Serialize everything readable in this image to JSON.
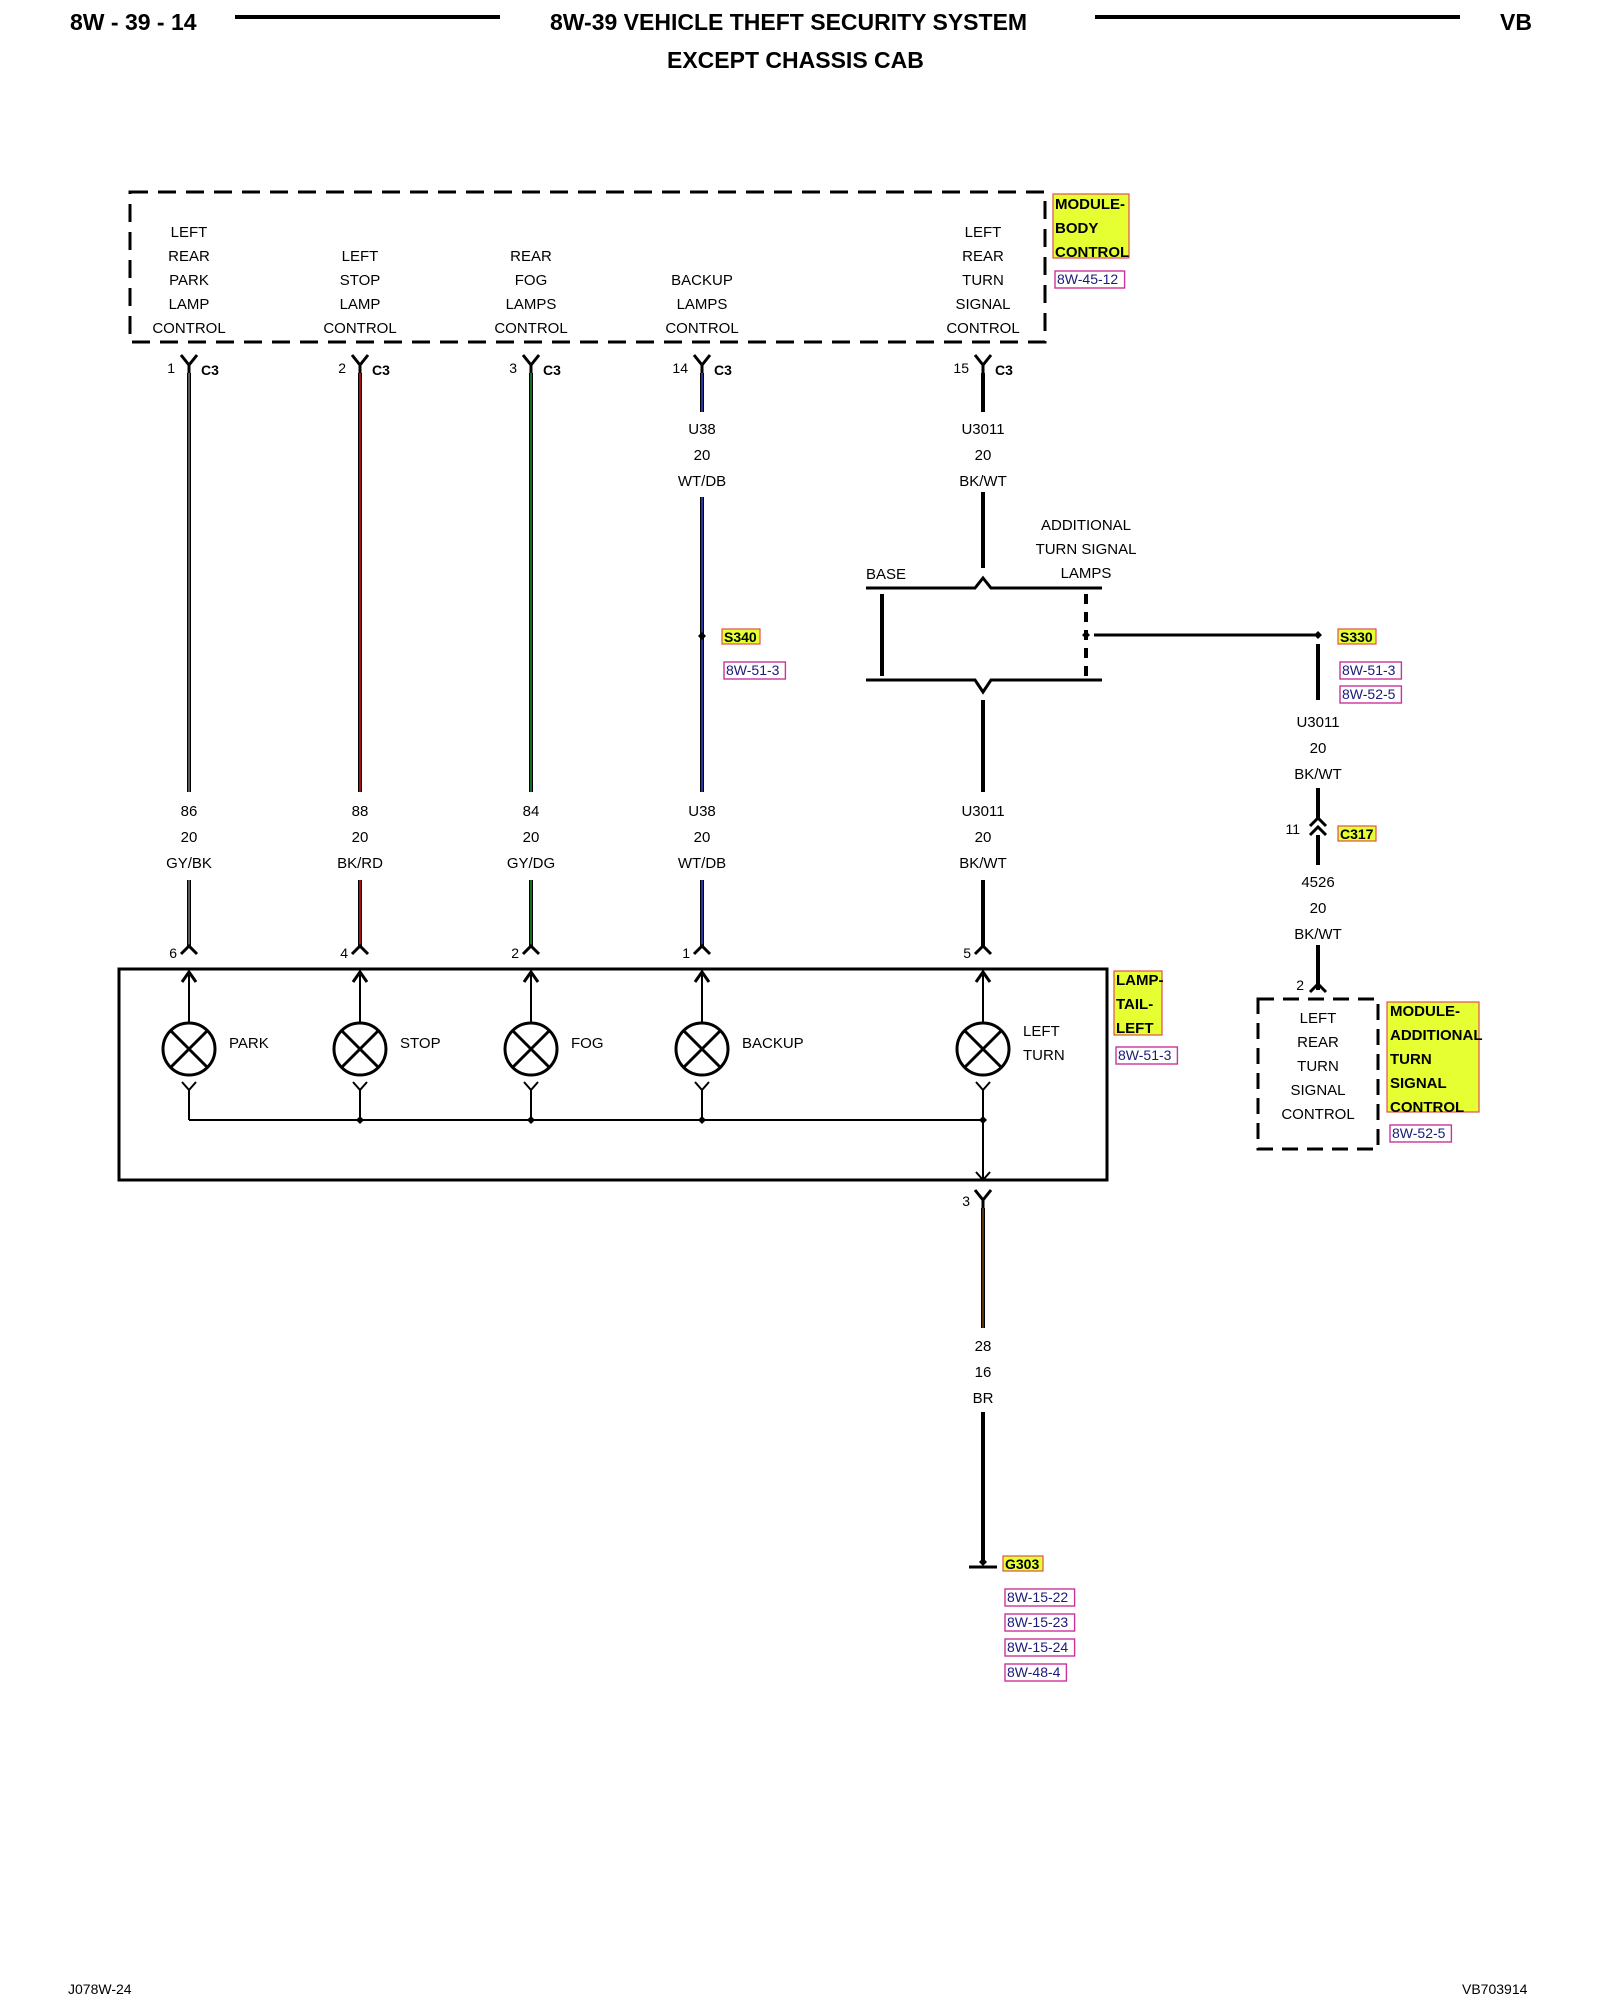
{
  "header": {
    "page_id": "8W - 39 - 14",
    "title": "8W-39 VEHICLE THEFT SECURITY SYSTEM",
    "subtitle": "EXCEPT CHASSIS CAB",
    "model": "VB"
  },
  "footer": {
    "left": "J078W-24",
    "right": "VB703914"
  },
  "colors": {
    "line": "#000000",
    "wire_gray": "#707070",
    "wire_red": "#d01515",
    "wire_green": "#1a8a2a",
    "wire_blue": "#3344cc",
    "highlight": "#e6ff33",
    "highlight_border": "#e05050",
    "ref_border": "#cc3399",
    "ref_text": "#1a1a7a"
  },
  "body_module": {
    "name": [
      "MODULE-",
      "BODY",
      "CONTROL"
    ],
    "ref": "8W-45-12",
    "connector": "C3",
    "outputs": [
      {
        "label": [
          "LEFT",
          "REAR",
          "PARK",
          "LAMP",
          "CONTROL"
        ],
        "pin": "1",
        "conn": "C3"
      },
      {
        "label": [
          "LEFT",
          "STOP",
          "LAMP",
          "CONTROL"
        ],
        "pin": "2",
        "conn": "C3"
      },
      {
        "label": [
          "REAR",
          "FOG",
          "LAMPS",
          "CONTROL"
        ],
        "pin": "3",
        "conn": "C3"
      },
      {
        "label": [
          "BACKUP",
          "LAMPS",
          "CONTROL"
        ],
        "pin": "14",
        "conn": "C3"
      },
      {
        "label": [
          "LEFT",
          "REAR",
          "TURN",
          "SIGNAL",
          "CONTROL"
        ],
        "pin": "15",
        "conn": "C3"
      }
    ]
  },
  "upper_wires": [
    {
      "circuit": "U38",
      "gauge": "20",
      "color": "WT/DB"
    },
    {
      "circuit": "U3011",
      "gauge": "20",
      "color": "BK/WT"
    }
  ],
  "lower_wires": [
    {
      "circuit": "86",
      "gauge": "20",
      "color": "GY/BK"
    },
    {
      "circuit": "88",
      "gauge": "20",
      "color": "BK/RD"
    },
    {
      "circuit": "84",
      "gauge": "20",
      "color": "GY/DG"
    },
    {
      "circuit": "U38",
      "gauge": "20",
      "color": "WT/DB"
    },
    {
      "circuit": "U3011",
      "gauge": "20",
      "color": "BK/WT"
    }
  ],
  "splices": {
    "s340": {
      "id": "S340",
      "refs": [
        "8W-51-3"
      ]
    },
    "s330": {
      "id": "S330",
      "refs": [
        "8W-51-3",
        "8W-52-5"
      ]
    }
  },
  "option_switch": {
    "base": "BASE",
    "additional": [
      "ADDITIONAL",
      "TURN SIGNAL",
      "LAMPS"
    ]
  },
  "s330_wire": {
    "circuit": "U3011",
    "gauge": "20",
    "color": "BK/WT"
  },
  "c317": {
    "id": "C317",
    "pin": "11"
  },
  "c317_wire": {
    "circuit": "4526",
    "gauge": "20",
    "color": "BK/WT"
  },
  "ats_module": {
    "name": [
      "MODULE-",
      "ADDITIONAL",
      "TURN",
      "SIGNAL",
      "CONTROL"
    ],
    "ref": "8W-52-5",
    "pin": "2",
    "label": [
      "LEFT",
      "REAR",
      "TURN",
      "SIGNAL",
      "CONTROL"
    ]
  },
  "tail_lamp": {
    "name": [
      "LAMP-",
      "TAIL-",
      "LEFT"
    ],
    "ref": "8W-51-3",
    "bulbs": [
      {
        "label": [
          "PARK"
        ],
        "pin": "6"
      },
      {
        "label": [
          "STOP"
        ],
        "pin": "4"
      },
      {
        "label": [
          "FOG"
        ],
        "pin": "2"
      },
      {
        "label": [
          "BACKUP"
        ],
        "pin": "1"
      },
      {
        "label": [
          "LEFT",
          "TURN"
        ],
        "pin": "5"
      }
    ],
    "ground_pin": "3"
  },
  "ground_wire": {
    "circuit": "28",
    "gauge": "16",
    "color": "BR"
  },
  "ground": {
    "id": "G303",
    "refs": [
      "8W-15-22",
      "8W-15-23",
      "8W-15-24",
      "8W-48-4"
    ]
  }
}
